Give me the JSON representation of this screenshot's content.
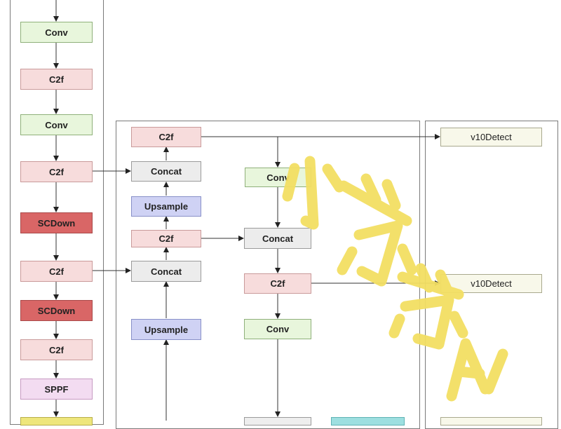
{
  "diagram": {
    "backbone": {
      "nodes": [
        {
          "label": "Conv",
          "kind": "conv"
        },
        {
          "label": "C2f",
          "kind": "c2f"
        },
        {
          "label": "Conv",
          "kind": "conv"
        },
        {
          "label": "C2f",
          "kind": "c2f"
        },
        {
          "label": "SCDown",
          "kind": "scdown"
        },
        {
          "label": "C2f",
          "kind": "c2f"
        },
        {
          "label": "SCDown",
          "kind": "scdown"
        },
        {
          "label": "C2f",
          "kind": "c2f"
        },
        {
          "label": "SPPF",
          "kind": "sppf"
        },
        {
          "label": "",
          "kind": "yellowbox"
        }
      ]
    },
    "neck": {
      "nodes": [
        {
          "label": "C2f",
          "kind": "c2f"
        },
        {
          "label": "Concat",
          "kind": "concat"
        },
        {
          "label": "Upsample",
          "kind": "upsample"
        },
        {
          "label": "C2f",
          "kind": "c2f"
        },
        {
          "label": "Concat",
          "kind": "concat"
        },
        {
          "label": "Upsample",
          "kind": "upsample"
        },
        {
          "label": "Conv",
          "kind": "conv"
        },
        {
          "label": "Concat",
          "kind": "concat"
        },
        {
          "label": "C2f",
          "kind": "c2f"
        },
        {
          "label": "Conv",
          "kind": "conv"
        },
        {
          "label": "",
          "kind": "greybox"
        },
        {
          "label": "",
          "kind": "cyanbox"
        }
      ]
    },
    "head": {
      "nodes": [
        {
          "label": "v10Detect",
          "kind": "detect"
        },
        {
          "label": "v10Detect",
          "kind": "detect"
        },
        {
          "label": "",
          "kind": "detect"
        }
      ]
    }
  },
  "watermark": {
    "text": "小苏苏AI",
    "color": "#f3df63"
  }
}
